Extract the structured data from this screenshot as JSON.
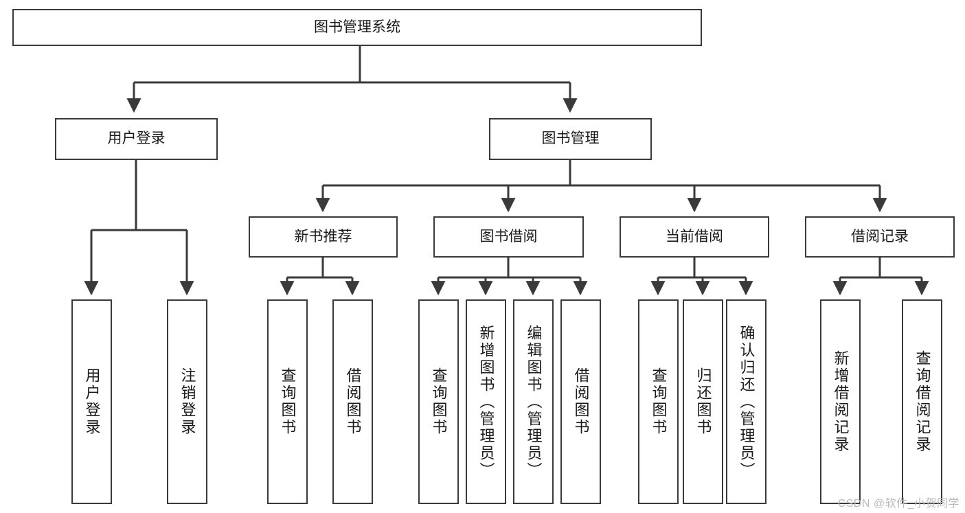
{
  "diagram": {
    "title": "图书管理系统",
    "watermark": "CSDN @软件_小贺同学",
    "stroke_color": "#3a3a3a",
    "fill_color": "#ffffff",
    "text_color": "#1a1a1a",
    "root": {
      "label": "图书管理系统",
      "orientation": "horizontal"
    },
    "level2": [
      {
        "label": "用户登录",
        "orientation": "horizontal"
      },
      {
        "label": "图书管理",
        "orientation": "horizontal"
      }
    ],
    "level3": [
      {
        "label": "新书推荐",
        "orientation": "horizontal"
      },
      {
        "label": "图书借阅",
        "orientation": "horizontal"
      },
      {
        "label": "当前借阅",
        "orientation": "horizontal"
      },
      {
        "label": "借阅记录",
        "orientation": "horizontal"
      }
    ],
    "leaves": {
      "user_login": [
        {
          "label": "用户登录",
          "orientation": "vertical"
        },
        {
          "label": "注销登录",
          "orientation": "vertical"
        }
      ],
      "new_book_recommend": [
        {
          "label": "查询图书",
          "orientation": "vertical"
        },
        {
          "label": "借阅图书",
          "orientation": "vertical"
        }
      ],
      "book_borrow": [
        {
          "label": "查询图书",
          "orientation": "vertical"
        },
        {
          "label": "新增图书（管理员）",
          "orientation": "vertical"
        },
        {
          "label": "编辑图书（管理员）",
          "orientation": "vertical"
        },
        {
          "label": "借阅图书",
          "orientation": "vertical"
        }
      ],
      "current_borrow": [
        {
          "label": "查询图书",
          "orientation": "vertical"
        },
        {
          "label": "归还图书",
          "orientation": "vertical"
        },
        {
          "label": "确认归还（管理员）",
          "orientation": "vertical"
        }
      ],
      "borrow_record": [
        {
          "label": "新增借阅记录",
          "orientation": "vertical"
        },
        {
          "label": "查询借阅记录",
          "orientation": "vertical"
        }
      ]
    }
  }
}
